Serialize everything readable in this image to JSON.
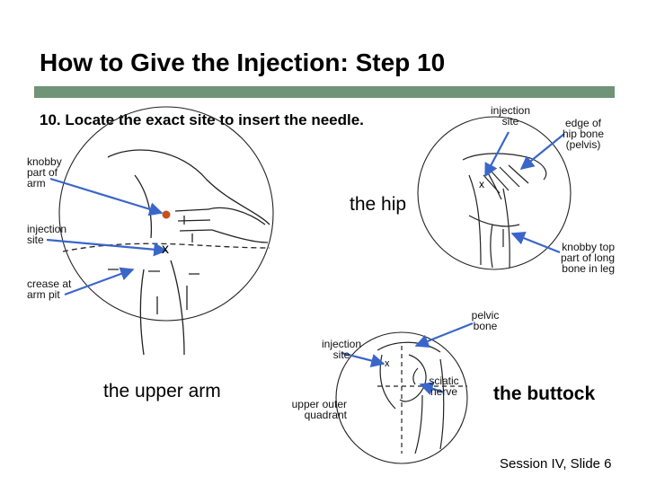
{
  "slide": {
    "title": "How to Give the Injection: Step 10",
    "step_text": "10. Locate the exact site to insert the needle.",
    "footer": "Session IV, Slide 6",
    "accent_color": "#6f9478",
    "arrow_color": "#3a66c9"
  },
  "arm": {
    "caption": "the upper arm",
    "labels": {
      "knobby_1": "knobby",
      "knobby_2": "part of",
      "knobby_3": "arm",
      "injection_1": "injection",
      "injection_2": "site",
      "crease_1": "crease at",
      "crease_2": "arm pit",
      "mark": "x"
    }
  },
  "hip": {
    "caption": "the hip",
    "labels": {
      "injection_1": "injection",
      "injection_2": "site",
      "edge_1": "edge of",
      "edge_2": "hip bone",
      "edge_3": "(pelvis)",
      "knobbytop_1": "knobby top",
      "knobbytop_2": "part of long",
      "knobbytop_3": "bone in leg",
      "mark": "x"
    }
  },
  "buttock": {
    "caption": "the buttock",
    "labels": {
      "pelvic_1": "pelvic",
      "pelvic_2": "bone",
      "injection_1": "injection",
      "injection_2": "site",
      "sciatic_1": "sciatic",
      "sciatic_2": "nerve",
      "upper_1": "upper outer",
      "upper_2": "quadrant",
      "mark": "x"
    }
  }
}
